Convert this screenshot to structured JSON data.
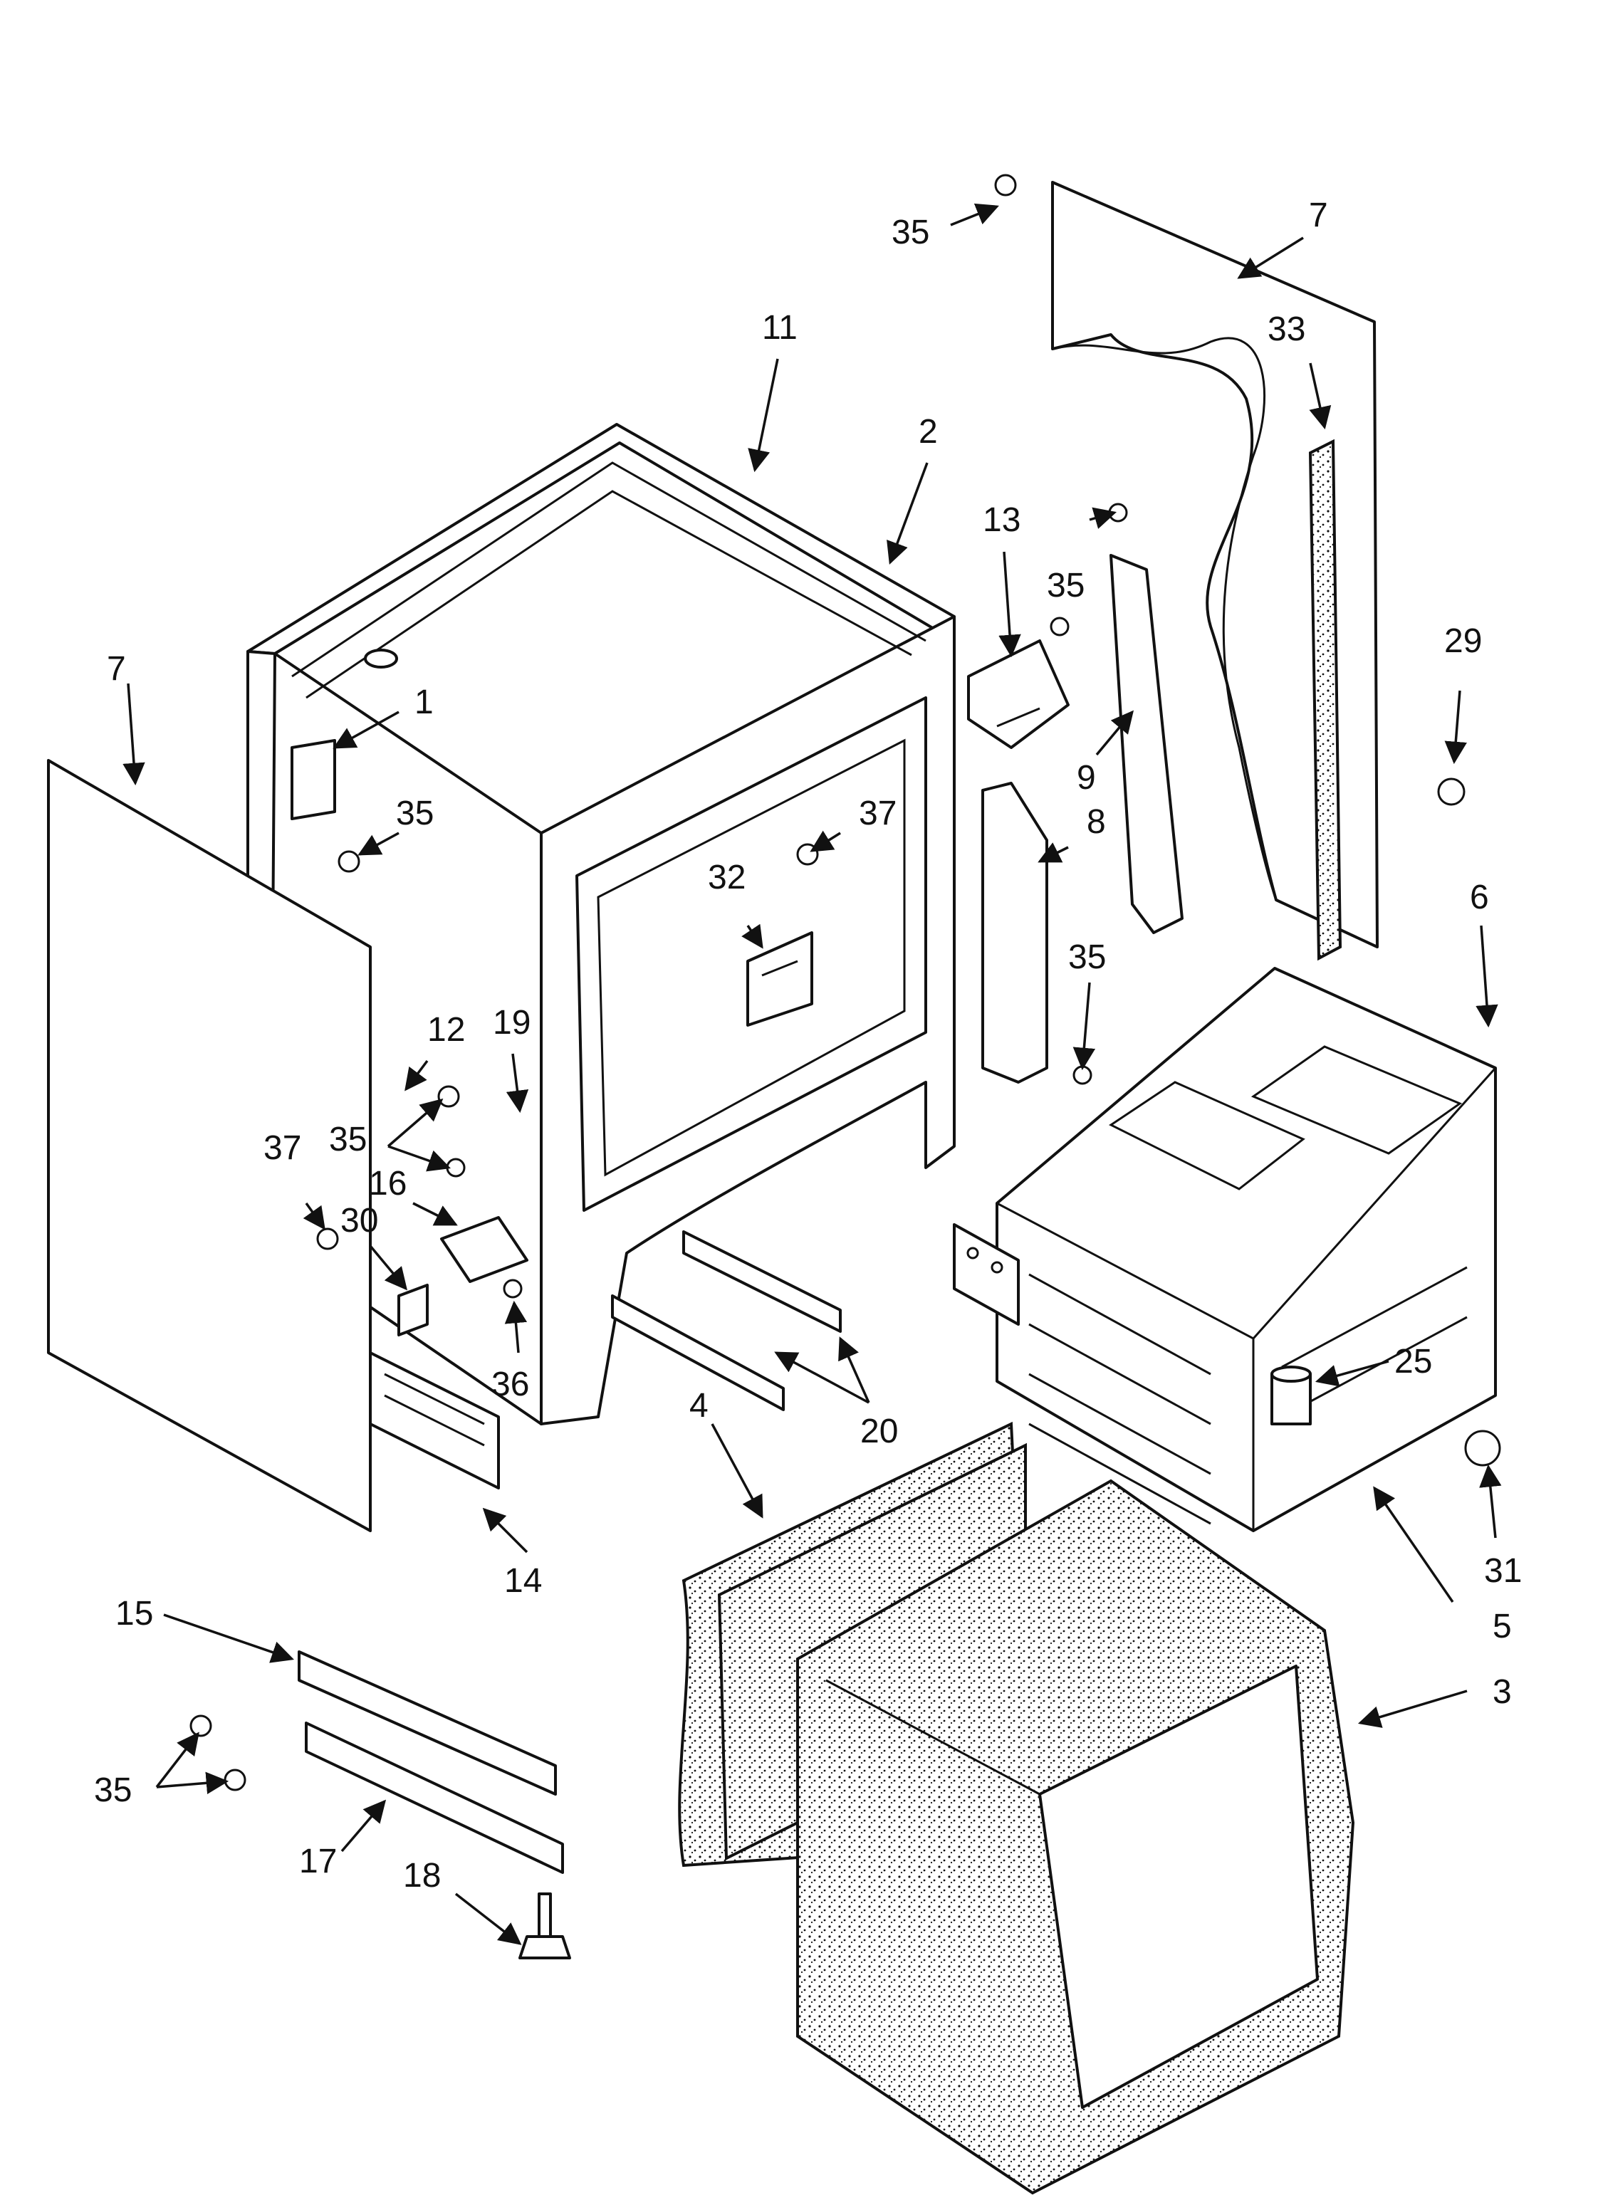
{
  "diagram": {
    "callouts": [
      {
        "id": "c35a",
        "label": "35"
      },
      {
        "id": "c7a",
        "label": "7"
      },
      {
        "id": "c11",
        "label": "11"
      },
      {
        "id": "c33",
        "label": "33"
      },
      {
        "id": "c2",
        "label": "2"
      },
      {
        "id": "c13",
        "label": "13"
      },
      {
        "id": "c35b",
        "label": "35"
      },
      {
        "id": "c29",
        "label": "29"
      },
      {
        "id": "c7b",
        "label": "7"
      },
      {
        "id": "c1",
        "label": "1"
      },
      {
        "id": "c9",
        "label": "9"
      },
      {
        "id": "c35c",
        "label": "35"
      },
      {
        "id": "c37a",
        "label": "37"
      },
      {
        "id": "c8",
        "label": "8"
      },
      {
        "id": "c32",
        "label": "32"
      },
      {
        "id": "c6",
        "label": "6"
      },
      {
        "id": "c35d",
        "label": "35"
      },
      {
        "id": "c12",
        "label": "12"
      },
      {
        "id": "c19",
        "label": "19"
      },
      {
        "id": "c35e",
        "label": "35"
      },
      {
        "id": "c37b",
        "label": "37"
      },
      {
        "id": "c16",
        "label": "16"
      },
      {
        "id": "c30",
        "label": "30"
      },
      {
        "id": "c25",
        "label": "25"
      },
      {
        "id": "c36",
        "label": "36"
      },
      {
        "id": "c20",
        "label": "20"
      },
      {
        "id": "c4",
        "label": "4"
      },
      {
        "id": "c31",
        "label": "31"
      },
      {
        "id": "c14",
        "label": "14"
      },
      {
        "id": "c5",
        "label": "5"
      },
      {
        "id": "c15",
        "label": "15"
      },
      {
        "id": "c3",
        "label": "3"
      },
      {
        "id": "c35f",
        "label": "35"
      },
      {
        "id": "c17",
        "label": "17"
      },
      {
        "id": "c18",
        "label": "18"
      }
    ]
  }
}
